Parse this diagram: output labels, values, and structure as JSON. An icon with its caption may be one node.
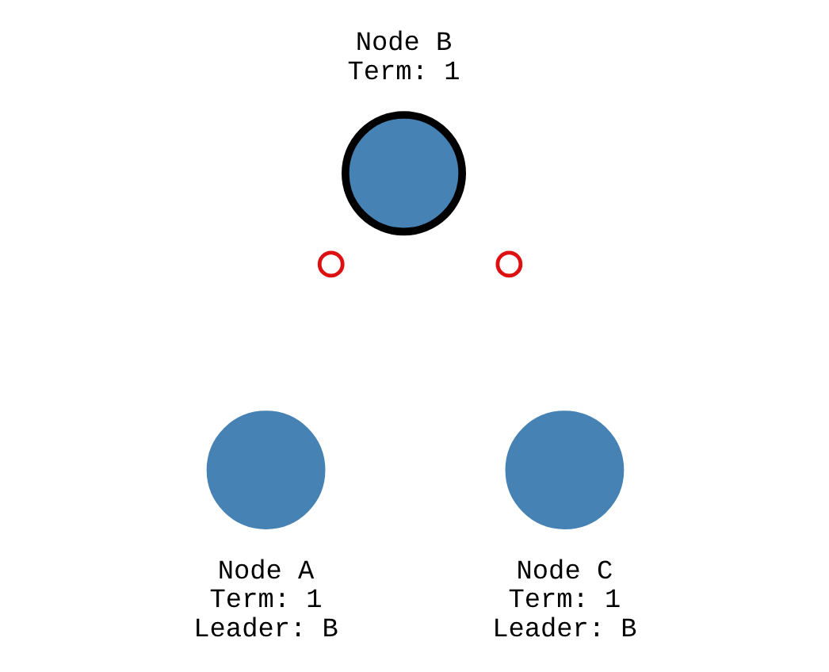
{
  "diagram": {
    "nodes": [
      {
        "text": [
          "Node B",
          "Term: 1"
        ]
      },
      {
        "text": [],
        "shape": "circle"
      },
      {
        "text": [],
        "shape": "circle"
      },
      {
        "text": [
          "Node A",
          "Term: 1",
          "Leader: B"
        ]
      },
      {
        "text": [
          "Node C",
          "Term: 1",
          "Leader: B"
        ]
      }
    ],
    "edges": []
  }
}
